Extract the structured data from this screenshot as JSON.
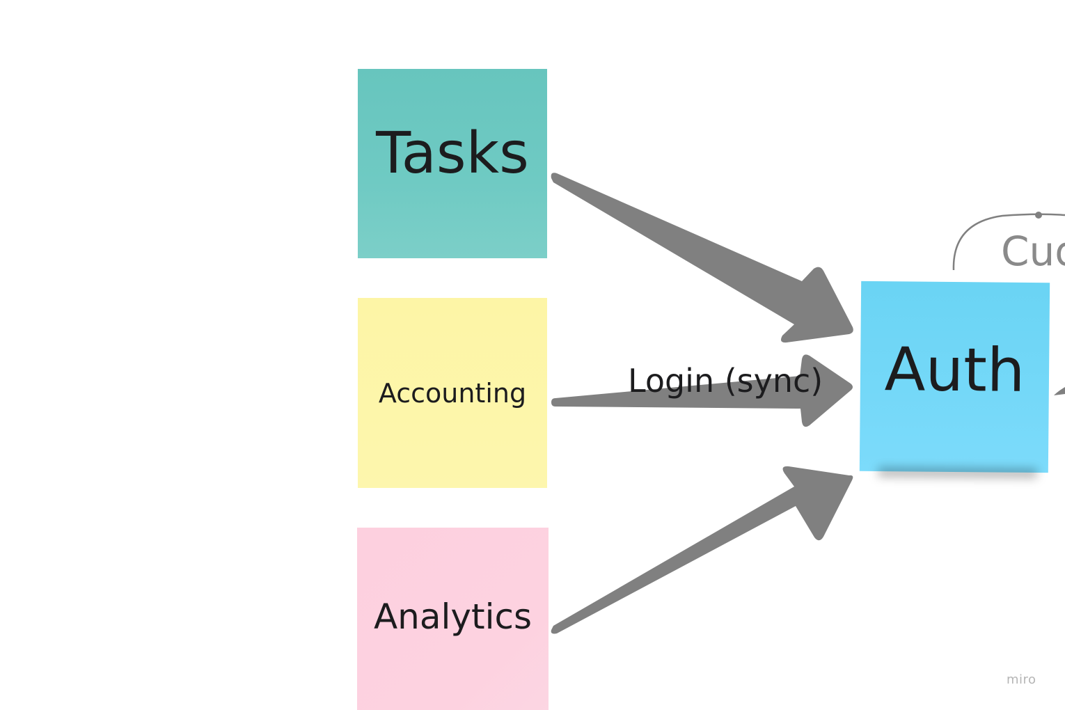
{
  "stickies": {
    "tasks": {
      "label": "Tasks",
      "color": "#6fcac3"
    },
    "accounting": {
      "label": "Accounting",
      "color": "#fdf6ad"
    },
    "analytics": {
      "label": "Analytics",
      "color": "#fdd2e0"
    },
    "auth": {
      "label": "Auth",
      "color": "#7cdbfb"
    }
  },
  "connectors": {
    "color": "#808080",
    "login_label": "Login (sync)",
    "cud_label": "Cud"
  },
  "watermark": "miro"
}
